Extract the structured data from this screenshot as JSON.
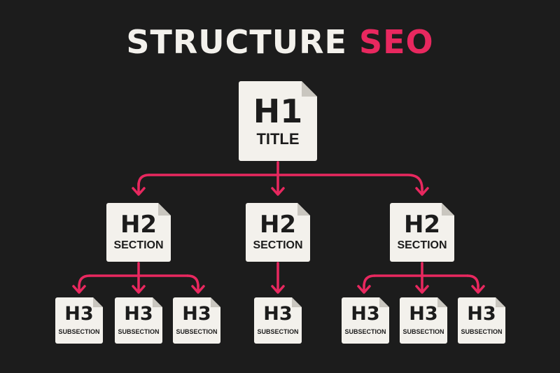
{
  "title": {
    "word1": "STRUCTURE",
    "word2": "SEO"
  },
  "colors": {
    "background": "#1c1c1c",
    "accent": "#e8285f",
    "card": "#f3f1ec",
    "text": "#f3f1ec"
  },
  "icon": "document-folded-corner-icon",
  "h1": {
    "heading": "H1",
    "label": "TITLE"
  },
  "h2_nodes": [
    {
      "heading": "H2",
      "label": "SECTION"
    },
    {
      "heading": "H2",
      "label": "SECTION"
    },
    {
      "heading": "H2",
      "label": "SECTION"
    }
  ],
  "h3_nodes": [
    {
      "heading": "H3",
      "label": "SUBSECTION"
    },
    {
      "heading": "H3",
      "label": "SUBSECTION"
    },
    {
      "heading": "H3",
      "label": "SUBSECTION"
    },
    {
      "heading": "H3",
      "label": "SUBSECTION"
    },
    {
      "heading": "H3",
      "label": "SUBSECTION"
    },
    {
      "heading": "H3",
      "label": "SUBSECTION"
    },
    {
      "heading": "H3",
      "label": "SUBSECTION"
    }
  ]
}
